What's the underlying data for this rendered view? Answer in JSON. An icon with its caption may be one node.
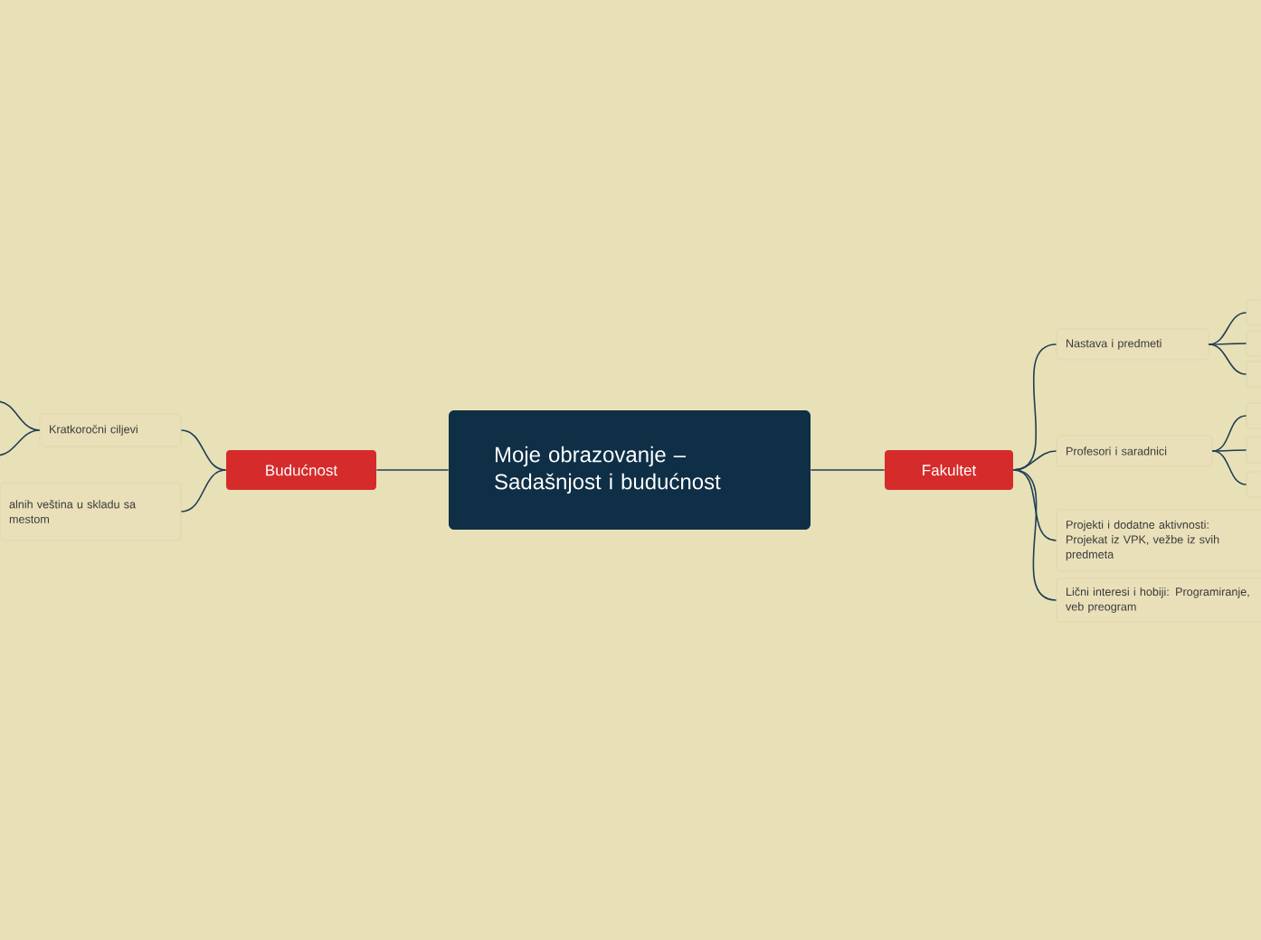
{
  "diagram": {
    "nodes": [
      {
        "text": [
          "Moje obrazovanje – Sadašnjost i budućnost"
        ]
      },
      {
        "text": [
          "Budućnost"
        ]
      },
      {
        "text": [
          "Fakultet"
        ]
      },
      {
        "text": [
          "Kratkoročni ciljevi"
        ]
      },
      {
        "text": [
          "alnih veština u skladu sa mestom"
        ]
      },
      {
        "text": [
          "Nastava i predmeti"
        ]
      },
      {
        "text": [],
        "shape": "box"
      },
      {
        "text": [],
        "shape": "box"
      },
      {
        "text": [],
        "shape": "box"
      },
      {
        "text": [
          "Profesori i saradnici"
        ]
      },
      {
        "text": [],
        "shape": "box"
      },
      {
        "text": [],
        "shape": "box"
      },
      {
        "text": [],
        "shape": "box"
      },
      {
        "text": [
          "Projekti i dodatne aktivnosti: Projekat iz VPK, vežbe iz svih predmeta"
        ]
      },
      {
        "text": [
          "Lični interesi i hobiji: Programiranje, veb preogram"
        ]
      }
    ],
    "edges": [
      {
        "from": 0,
        "to": 1,
        "arrow": "none"
      },
      {
        "from": 0,
        "to": 2,
        "arrow": "none"
      },
      {
        "from": 1,
        "to": 3,
        "arrow": "none"
      },
      {
        "from": 1,
        "to": 4,
        "arrow": "none"
      },
      {
        "from": 3,
        "to": null,
        "arrow": "none"
      },
      {
        "from": 3,
        "to": null,
        "arrow": "none"
      },
      {
        "from": 2,
        "to": 5,
        "arrow": "none"
      },
      {
        "from": 2,
        "to": 9,
        "arrow": "none"
      },
      {
        "from": 2,
        "to": 13,
        "arrow": "none"
      },
      {
        "from": 2,
        "to": 14,
        "arrow": "none"
      },
      {
        "from": 5,
        "to": 6,
        "arrow": "none"
      },
      {
        "from": 5,
        "to": 7,
        "arrow": "none"
      },
      {
        "from": 5,
        "to": 8,
        "arrow": "none"
      },
      {
        "from": 9,
        "to": 10,
        "arrow": "none"
      },
      {
        "from": 9,
        "to": 11,
        "arrow": "none"
      },
      {
        "from": 9,
        "to": 12,
        "arrow": "none"
      }
    ]
  }
}
